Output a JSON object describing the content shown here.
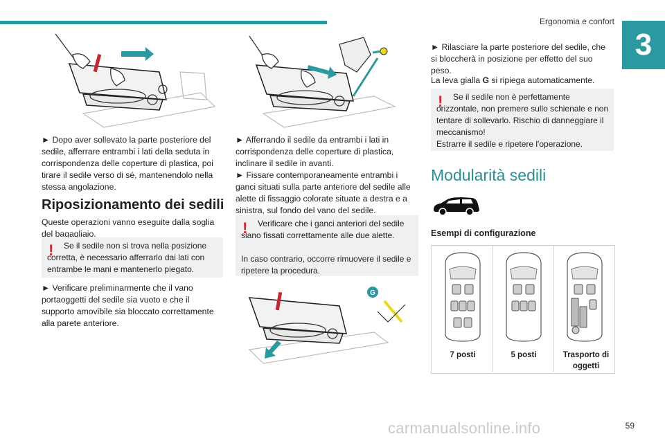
{
  "header": {
    "section_title": "Ergonomia e confort",
    "chapter_number": "3"
  },
  "col1": {
    "step1": "► Dopo aver sollevato la parte posteriore del sedile, afferrare entrambi i lati della seduta in corrispondenza delle coperture di plastica, poi tirare il sedile verso di sé, mantenendolo nella stessa angolazione.",
    "heading": "Riposizionamento dei sedili",
    "intro": "Queste operazioni vanno eseguite dalla soglia del bagagliaio.",
    "warning": "Se il sedile non si trova nella posizione corretta, è necessario afferrarlo dai lati con entrambe le mani e mantenerlo piegato.",
    "step2": "► Verificare preliminarmente che il vano portaoggetti del sedile sia vuoto e che il supporto amovibile sia bloccato correttamente alla parete anteriore."
  },
  "col2": {
    "step1": "► Afferrando il sedile da entrambi i lati in corrispondenza delle coperture di plastica, inclinare il sedile in avanti.",
    "step2": "► Fissare contemporaneamente entrambi i ganci situati sulla parte anteriore del sedile alle alette di fissaggio colorate situate a destra e a sinistra, sul fondo del vano del sedile.",
    "warning_1": "Verificare che i ganci anteriori del sedile siano fissati correttamente alle due alette.",
    "warning_2": "In caso contrario, occorre rimuovere il sedile e ripetere la procedura.",
    "callout_letter": "G"
  },
  "col3": {
    "step1": "► Rilasciare la parte posteriore del sedile, che si bloccherà in posizione per effetto del suo peso.",
    "step2_pre": "La leva gialla ",
    "step2_bold": "G",
    "step2_post": " si ripiega automaticamente.",
    "warning_1": "Se il sedile non è perfettamente orizzontale, non premere sullo schienale e non tentare di sollevarlo. Rischio di danneggiare il meccanismo!",
    "warning_2": "Estrarre il sedile e ripetere l'operazione.",
    "heading": "Modularità sedili",
    "subheading": "Esempi di configurazione",
    "configs": [
      {
        "label": "7 posti"
      },
      {
        "label": "5 posti"
      },
      {
        "label": "Trasporto di oggetti"
      }
    ]
  },
  "footer": {
    "page_number": "59",
    "watermark": "carmanualsonline.info"
  },
  "colors": {
    "accent": "#2a9aa0",
    "warning_mark": "#d7282f",
    "warning_bg": "#eef0f1"
  }
}
